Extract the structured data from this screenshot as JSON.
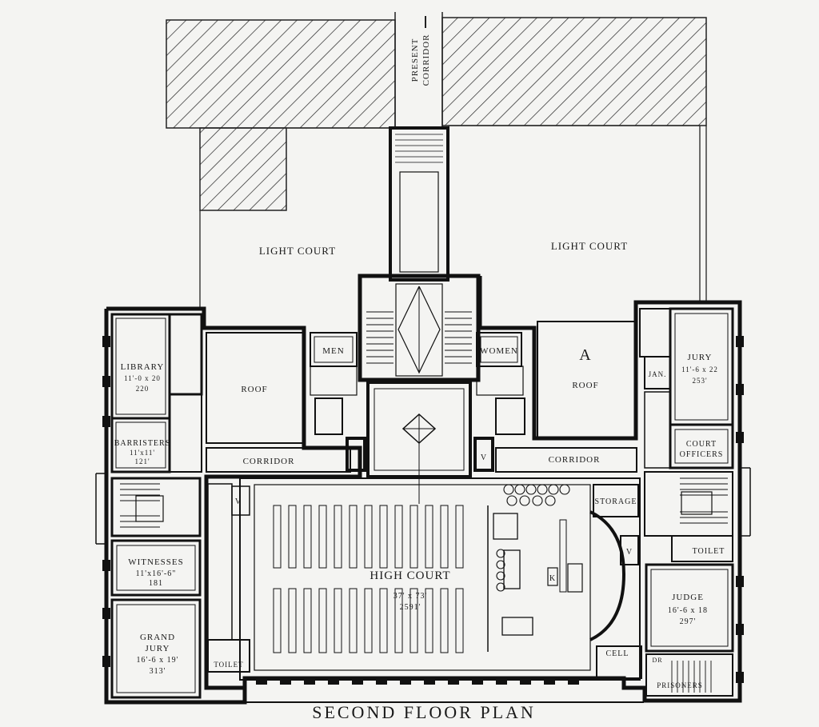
{
  "title": "SECOND FLOOR PLAN",
  "labels": {
    "present_corridor_1": "PRESENT",
    "present_corridor_2": "CORRIDOR",
    "light_court_left": "LIGHT COURT",
    "light_court_right": "LIGHT COURT",
    "men": "MEN",
    "women": "WOMEN",
    "roof_left": "ROOF",
    "roof_right": "ROOF",
    "roof_mark": "A",
    "corridor_left": "CORRIDOR",
    "corridor_right": "CORRIDOR",
    "library": "LIBRARY",
    "library_dim": "11'-0 x 20",
    "library_area": "220",
    "barristers": "BARRISTERS",
    "barristers_dim": "11'x11'",
    "barristers_area": "121'",
    "witnesses": "WITNESSES",
    "witnesses_dim": "11'x16'-6\"",
    "witnesses_area": "181",
    "grand_jury_1": "GRAND",
    "grand_jury_2": "JURY",
    "grand_jury_dim": "16'-6 x 19'",
    "grand_jury_area": "313'",
    "toilet_left": "TOILET",
    "high_court": "HIGH COURT",
    "high_court_dim": "37' x 73'",
    "high_court_area": "2591'",
    "storage": "STORAGE",
    "jury": "JURY",
    "jury_dim": "11'-6 x 22",
    "jury_area": "253'",
    "jan": "JAN.",
    "court_officers_1": "COURT",
    "court_officers_2": "OFFICERS",
    "toilet_right": "TOILET",
    "judge": "JUDGE",
    "judge_dim": "16'-6 x 18",
    "judge_area": "297'",
    "cell": "CELL",
    "dr": "DR",
    "prisoners": "PRISONERS",
    "v": "V",
    "k": "K"
  }
}
